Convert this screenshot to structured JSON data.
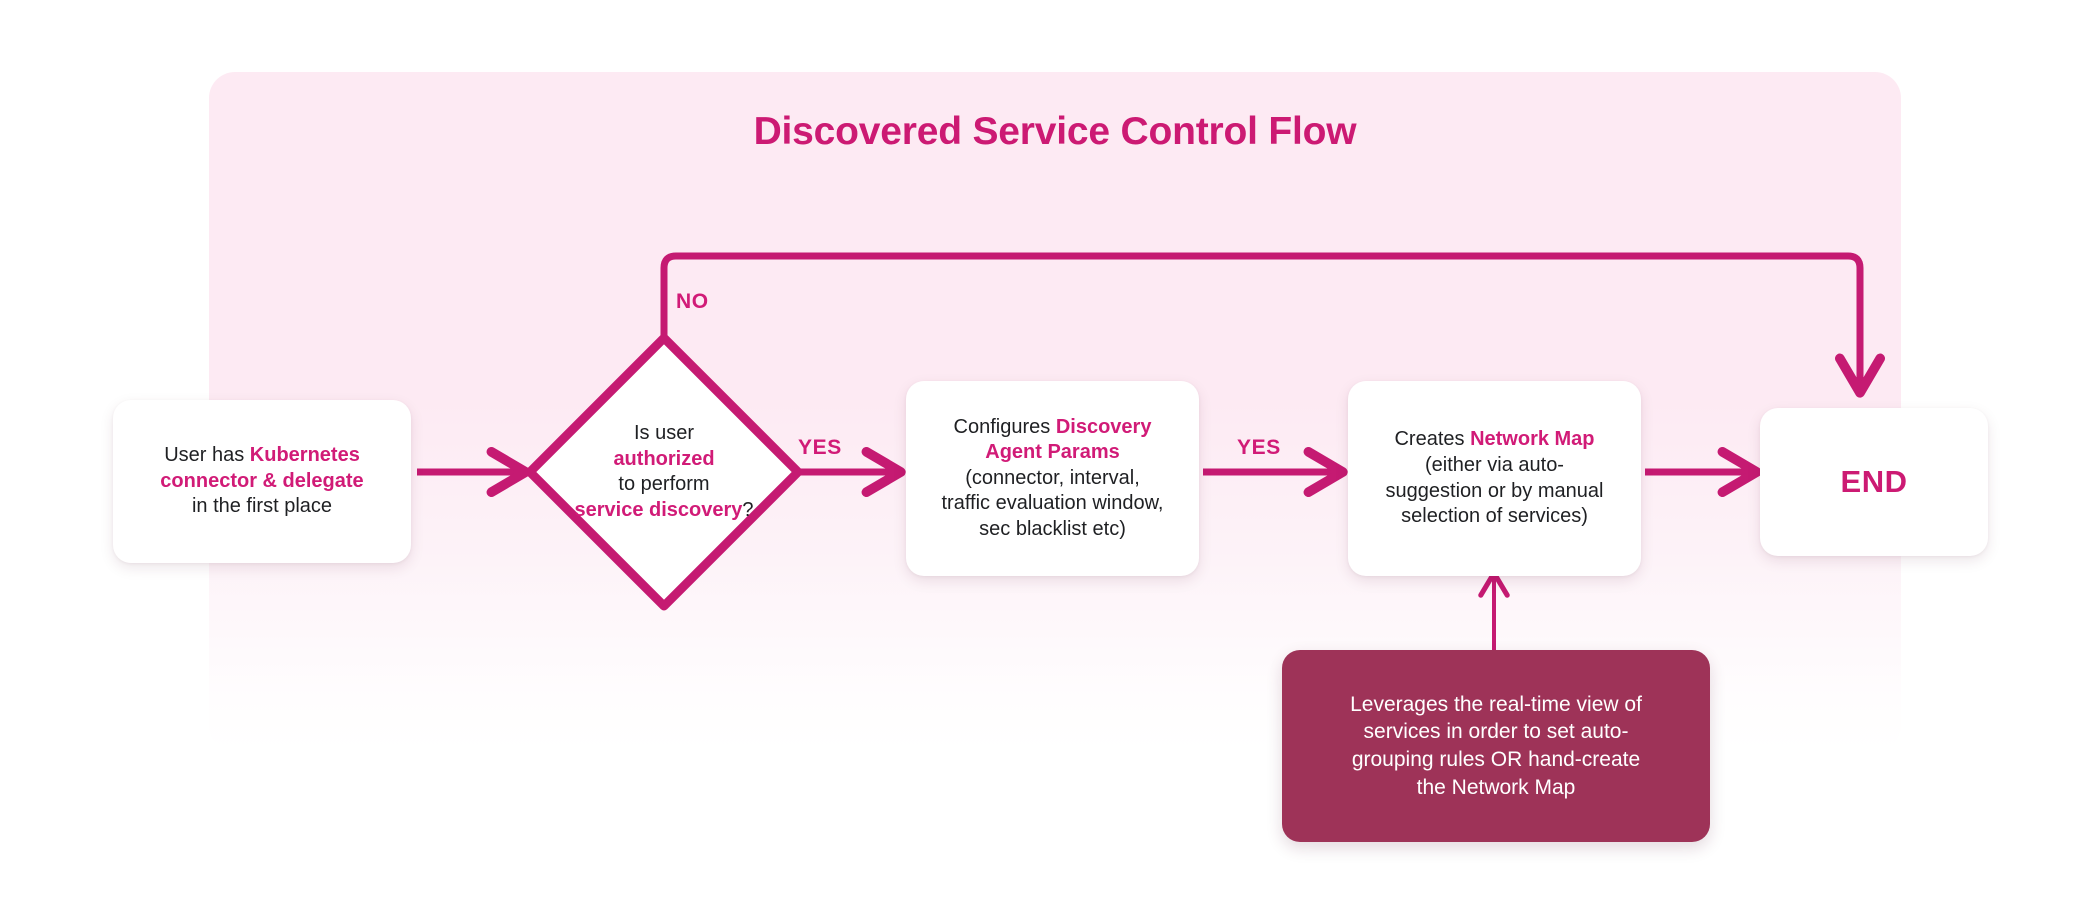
{
  "title": "Discovered Service Control Flow",
  "colors": {
    "accent": "#cc1a73",
    "accent_line": "#c51a72",
    "panel_bg": "#fdeaf3",
    "note_bg": "#9e3358",
    "card_bg": "#ffffff",
    "body_text": "#1f2023",
    "note_text": "#ffffff"
  },
  "nodes": {
    "start": {
      "line1_plain": "User has ",
      "line1_highlight": "Kubernetes",
      "line2_highlight": "connector & delegate",
      "line3_plain": "in the first place"
    },
    "decision": {
      "line1": "Is user",
      "line2_highlight": "authorized",
      "line3": "to perform",
      "line4_highlight": "service discovery",
      "line4_suffix": "?"
    },
    "config": {
      "line1_plain": "Configures ",
      "line1_highlight": "Discovery",
      "line2_highlight": "Agent Params",
      "line3": "(connector, interval,",
      "line4": "traffic evaluation window,",
      "line5": "sec blacklist etc)"
    },
    "netmap": {
      "line1_plain": "Creates ",
      "line1_highlight": "Network Map",
      "line2": "(either via auto-",
      "line3": "suggestion or by manual",
      "line4": "selection of services)"
    },
    "note": {
      "line1": "Leverages the real-time view of",
      "line2": "services in order to set auto-",
      "line3": "grouping rules OR hand-create",
      "line4": "the Network Map"
    },
    "end": {
      "label": "END"
    }
  },
  "edges": {
    "no_label": "NO",
    "yes_label_1": "YES",
    "yes_label_2": "YES"
  }
}
